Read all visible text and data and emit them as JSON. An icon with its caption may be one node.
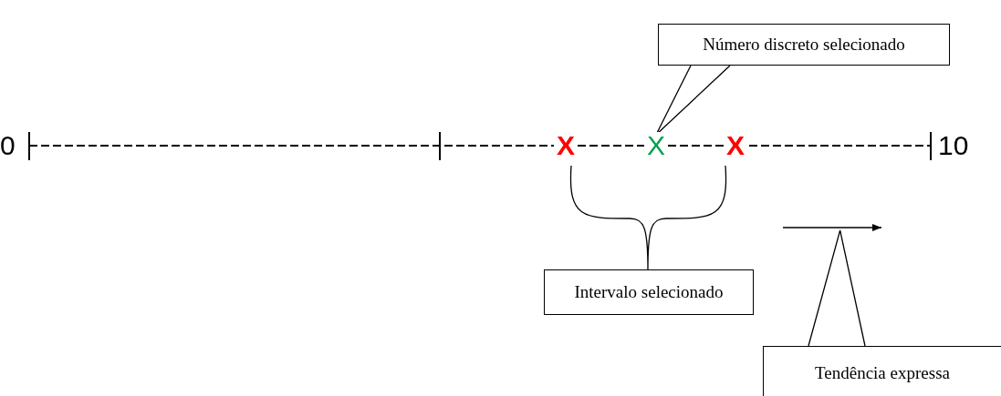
{
  "diagram": {
    "nodes": [
      {
        "text": [
          "Número discreto selecionado"
        ]
      },
      {
        "text": [
          "X"
        ]
      },
      {
        "text": [
          "Intervalo selecionado"
        ]
      },
      {
        "text": [
          "Tendência expressa"
        ]
      },
      {
        "text": [],
        "shape": "arrow"
      }
    ],
    "edges": [
      {
        "from": 0,
        "to": 1,
        "arrow": "none"
      },
      {
        "from": 3,
        "to": 4,
        "arrow": "none"
      }
    ],
    "labels": [
      "0",
      "X",
      "X",
      "10"
    ]
  }
}
